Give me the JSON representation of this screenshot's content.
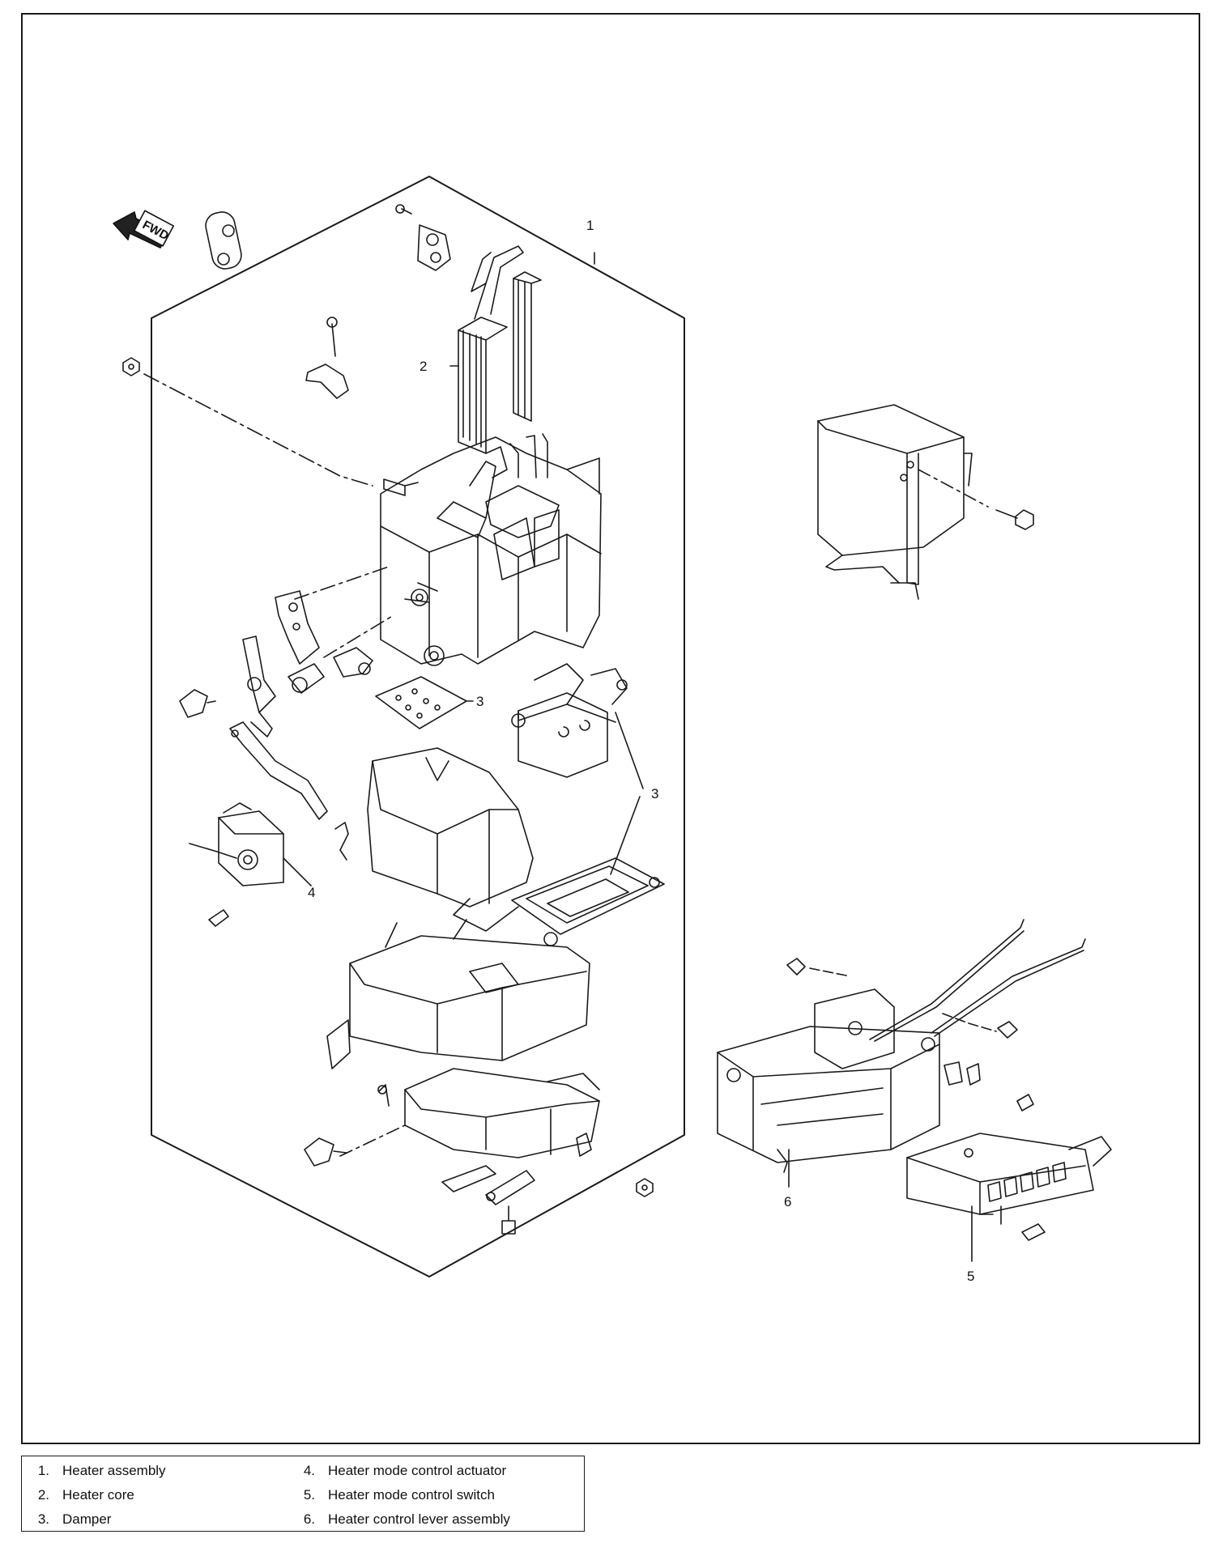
{
  "diagram": {
    "fwd_marker": "FWD",
    "callouts": {
      "heater_assembly": "1",
      "heater_core": "2",
      "damper_upper": "3",
      "damper_lower": "3",
      "actuator": "4",
      "switch": "5",
      "lever_assembly": "6"
    }
  },
  "legend": {
    "items": [
      {
        "num": "1.",
        "label": "Heater assembly"
      },
      {
        "num": "2.",
        "label": "Heater core"
      },
      {
        "num": "3.",
        "label": "Damper"
      },
      {
        "num": "4.",
        "label": "Heater mode control actuator"
      },
      {
        "num": "5.",
        "label": "Heater mode control switch"
      },
      {
        "num": "6.",
        "label": "Heater control lever assembly"
      }
    ]
  }
}
